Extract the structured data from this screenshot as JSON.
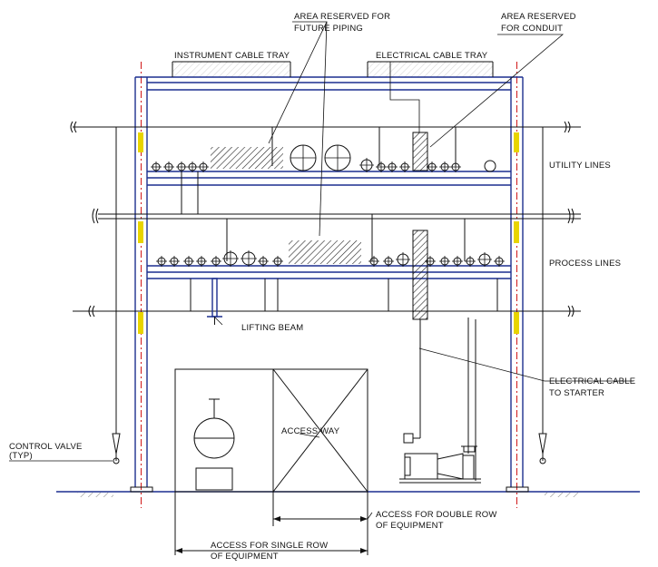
{
  "labels": {
    "area_future_piping_1": "AREA RESERVED FOR",
    "area_future_piping_2": "FUTURE PIPING",
    "area_conduit_1": "AREA RESERVED",
    "area_conduit_2": "FOR CONDUIT",
    "instrument_tray": "INSTRUMENT CABLE TRAY",
    "electrical_tray": "ELECTRICAL CABLE TRAY",
    "utility_lines": "UTILITY LINES",
    "process_lines": "PROCESS LINES",
    "lifting_beam": "LIFTING BEAM",
    "electrical_cable_1": "ELECTRICAL CABLE",
    "electrical_cable_2": "TO STARTER",
    "access_way": "ACCESS WAY",
    "control_valve_1": "CONTROL VALVE",
    "control_valve_2": "(TYP)",
    "double_row_1": "ACCESS FOR DOUBLE ROW",
    "double_row_2": "OF EQUIPMENT",
    "single_row_1": "ACCESS FOR SINGLE ROW",
    "single_row_2": "OF EQUIPMENT"
  },
  "colors": {
    "structure": "#1c2f8f",
    "centerline": "#d01818",
    "linework": "#111111",
    "highlight": "#e8d400"
  }
}
